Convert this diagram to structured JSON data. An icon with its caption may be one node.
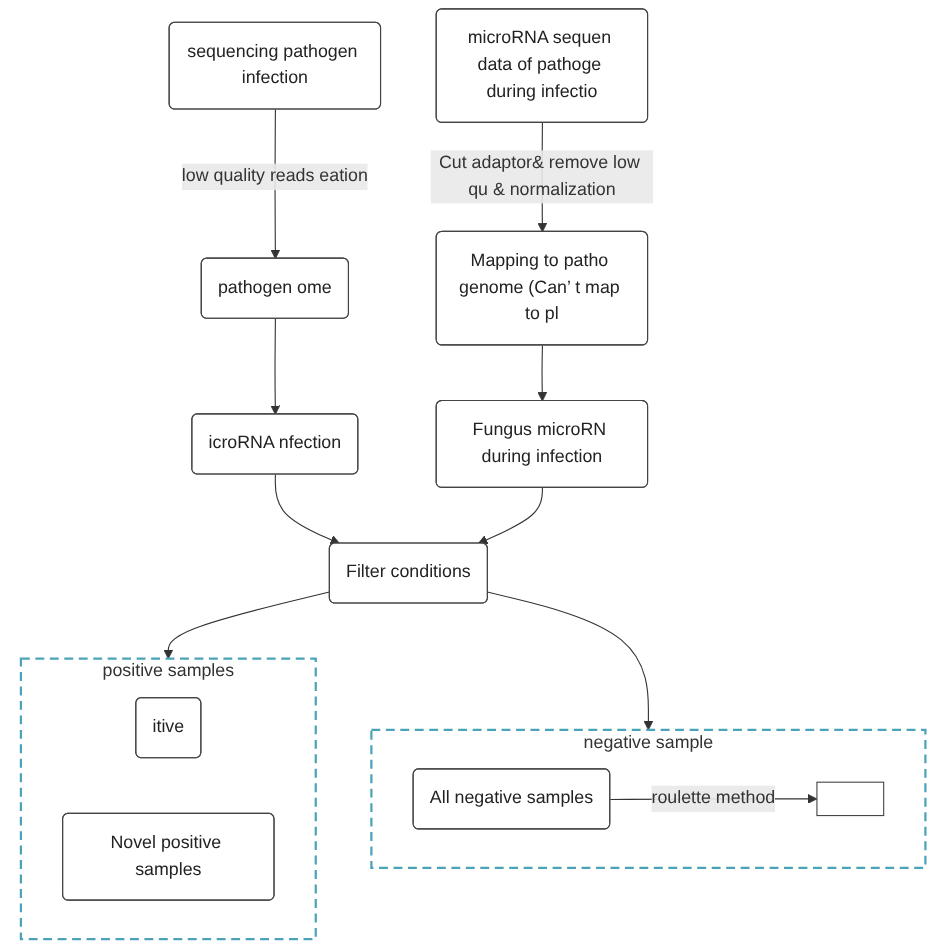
{
  "diagram": {
    "nodes": [
      {
        "text": [
          "sequencing pathogen infection"
        ]
      },
      {
        "text": [
          "pathogen ome"
        ]
      },
      {
        "text": [
          "icroRNA nfection"
        ]
      },
      {
        "text": [
          "microRNA sequen data of pathoge during infectio"
        ]
      },
      {
        "text": [
          "Mapping to patho genome (Can’ t map to pl"
        ]
      },
      {
        "text": [
          "Fungus microRN during infection"
        ]
      },
      {
        "text": [
          "Filter conditions"
        ]
      },
      {
        "text": [
          "positive samples"
        ]
      },
      {
        "text": [
          "itive"
        ],
        "in": 7
      },
      {
        "text": [
          "Novel positive samples"
        ],
        "in": 7
      },
      {
        "text": [
          "negative sample"
        ]
      },
      {
        "text": [
          "All negative samples"
        ],
        "in": 10
      },
      {
        "text": [],
        "shape": "box",
        "in": 10
      }
    ],
    "edges": [
      {
        "from": 0,
        "to": 1,
        "arrow": "to",
        "label": "low quality reads eation"
      },
      {
        "from": 1,
        "to": 2,
        "arrow": "to"
      },
      {
        "from": 3,
        "to": 4,
        "arrow": "to",
        "label": "Cut adaptor& remove low qu & normalization"
      },
      {
        "from": 4,
        "to": 5,
        "arrow": "to"
      },
      {
        "from": 2,
        "to": 6,
        "arrow": "to"
      },
      {
        "from": 5,
        "to": 6,
        "arrow": "to"
      },
      {
        "from": 6,
        "to": 7,
        "arrow": "to"
      },
      {
        "from": 6,
        "to": 10,
        "arrow": "to"
      },
      {
        "from": 11,
        "to": 12,
        "arrow": "to",
        "label": "roulette method"
      }
    ]
  }
}
